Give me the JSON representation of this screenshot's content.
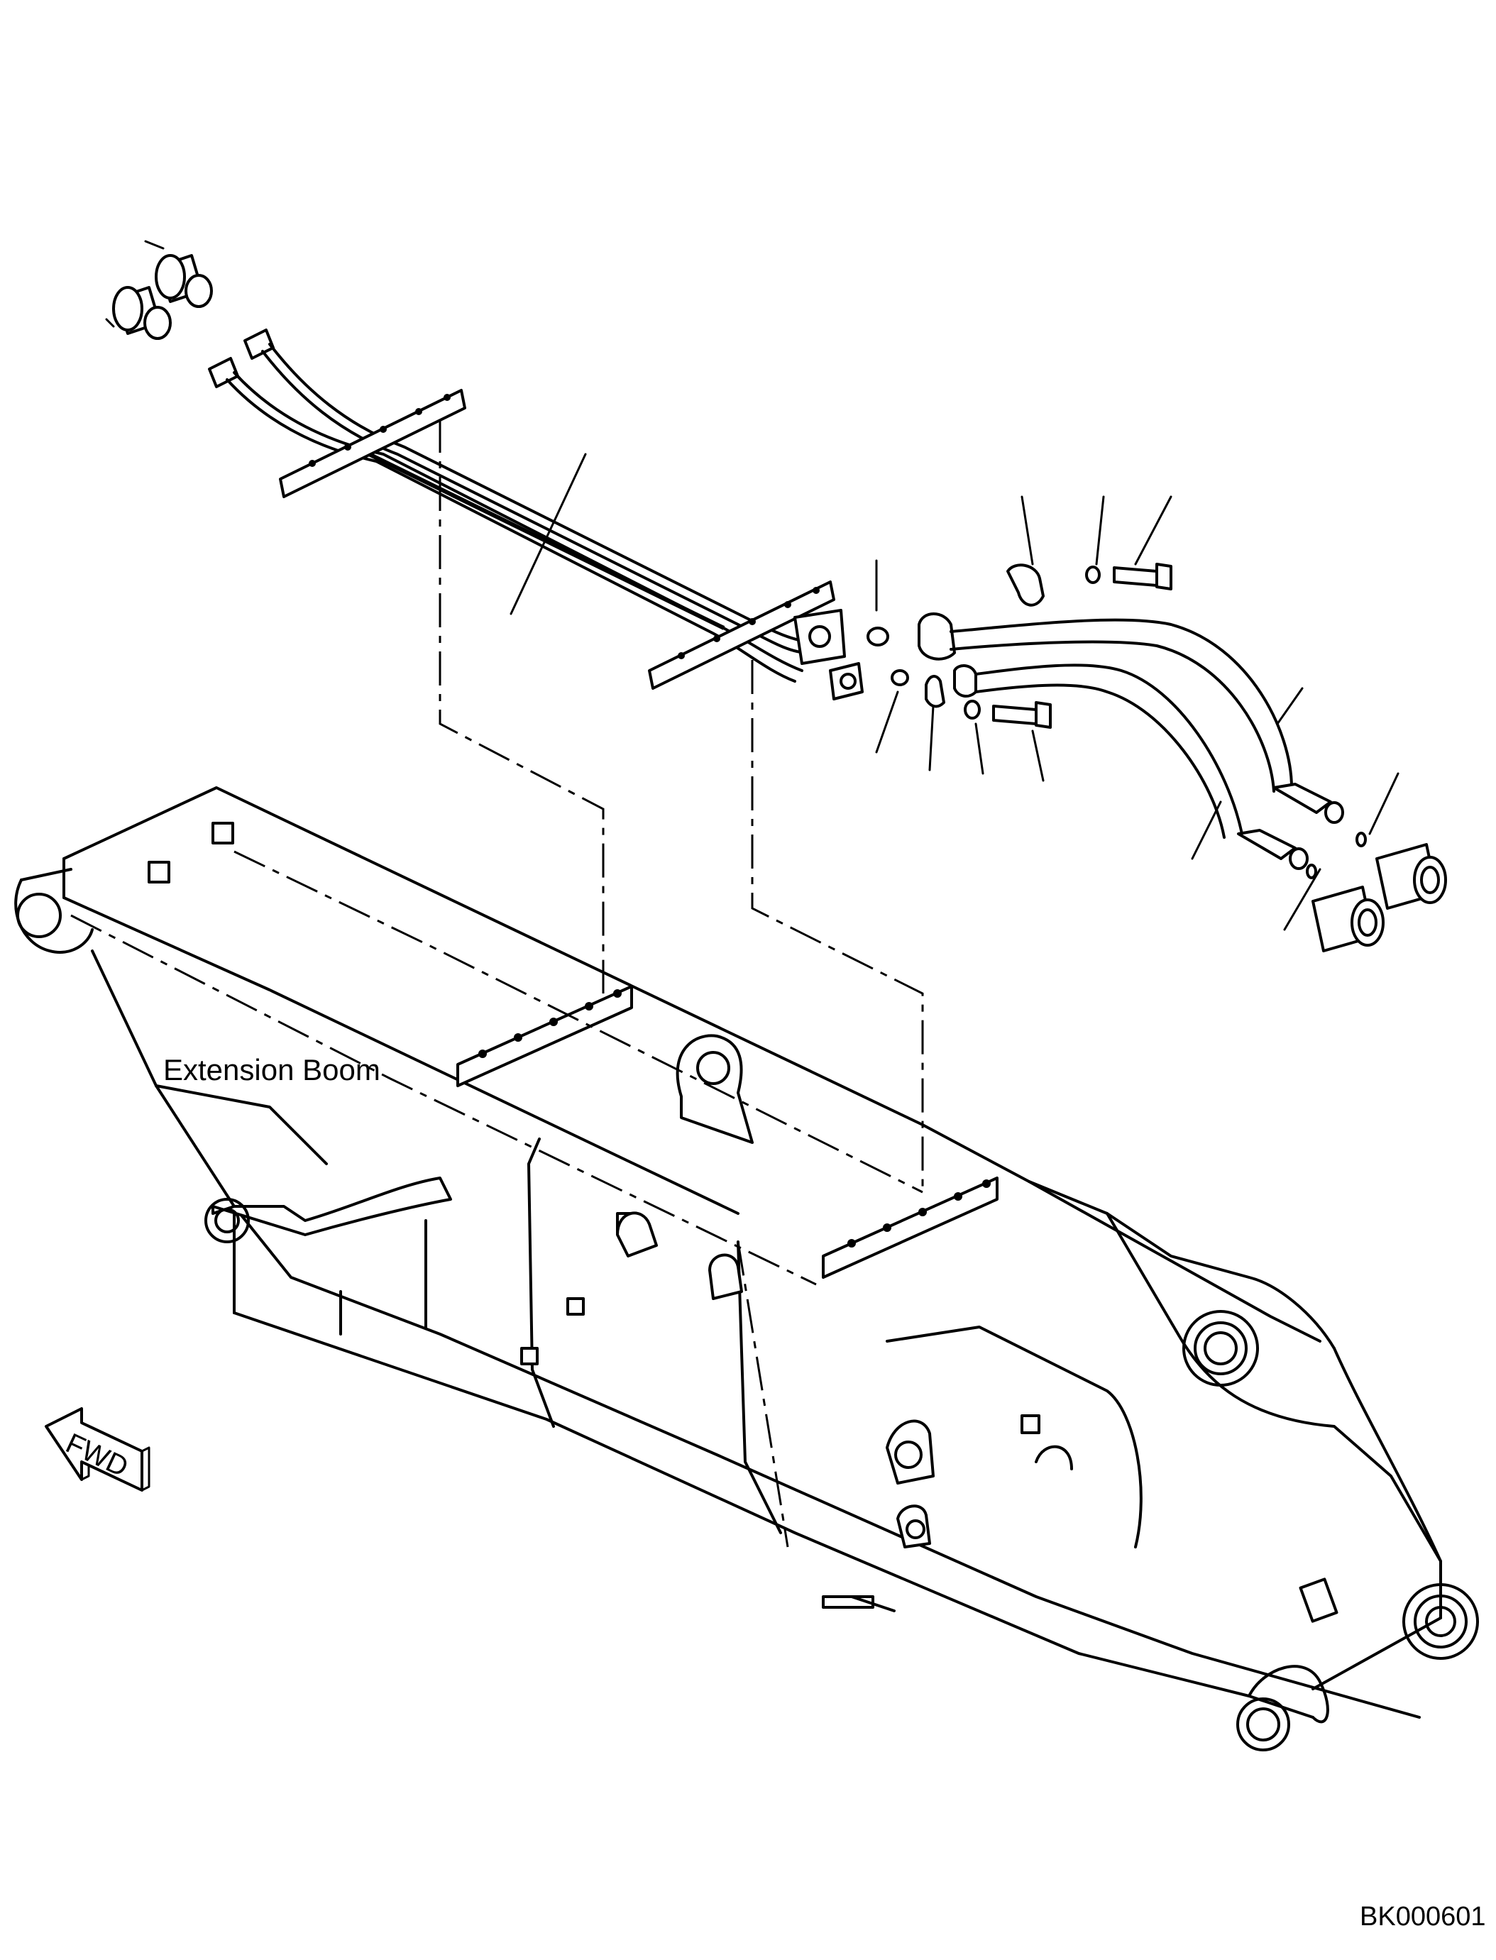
{
  "diagram": {
    "component_label": "Extension Boom",
    "direction_marker": "FWD",
    "drawing_code": "BK000601"
  },
  "icons": {
    "direction_arrow": "fwd-arrow-icon"
  }
}
